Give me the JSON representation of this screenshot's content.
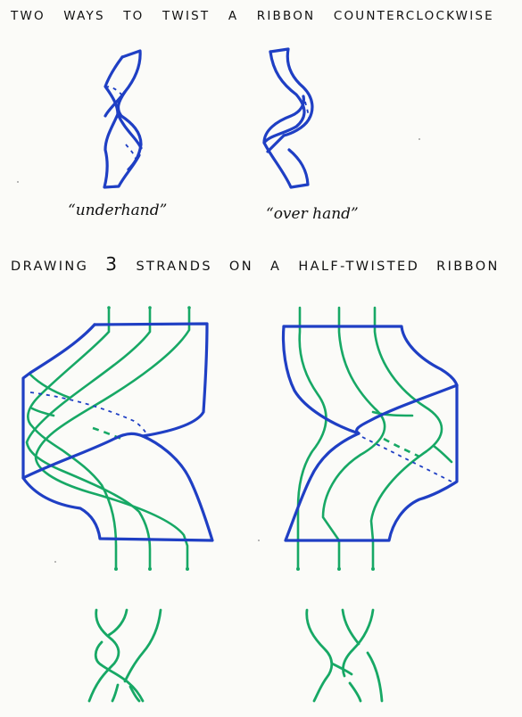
{
  "heading": "Two ways to twist a ribbon counterclockwise",
  "subheading": {
    "prefix": "Drawing",
    "number": "3",
    "suffix": "strands on a half-twisted ribbon"
  },
  "labels": {
    "underhand": "“underhand”",
    "overhand": "“over hand”"
  },
  "colors": {
    "ribbon_ink": "#1f3fc4",
    "strand_ink": "#17a865",
    "paper": "#fbfbf8"
  }
}
